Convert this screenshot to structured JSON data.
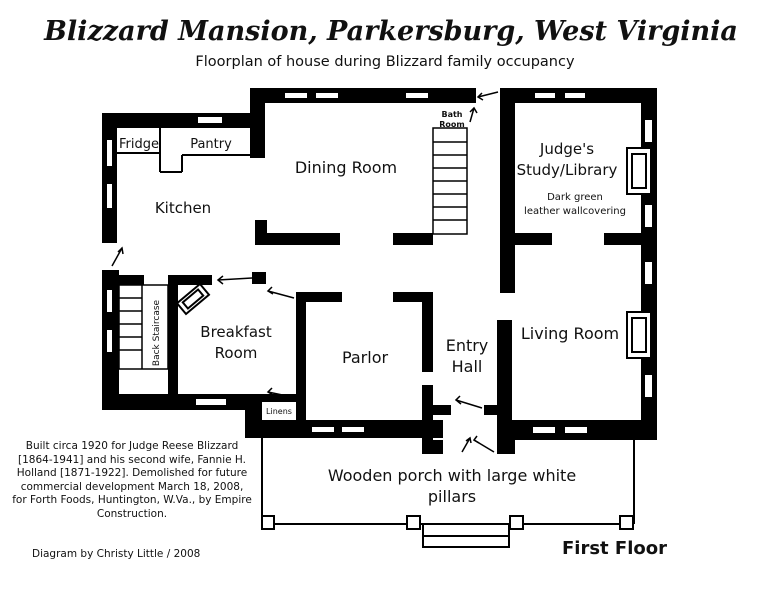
{
  "header": {
    "title": "Blizzard Mansion, Parkersburg, West Virginia",
    "subtitle": "Floorplan of house during Blizzard family occupancy"
  },
  "rooms": {
    "fridge": "Fridge",
    "pantry": "Pantry",
    "dining_room": "Dining Room",
    "bath_room_line1": "Bath",
    "bath_room_line2": "Room",
    "study_line1": "Judge's",
    "study_line2": "Study/Library",
    "study_note_line1": "Dark green",
    "study_note_line2": "leather wallcovering",
    "kitchen": "Kitchen",
    "back_staircase": "Back Staircase",
    "breakfast_line1": "Breakfast",
    "breakfast_line2": "Room",
    "parlor": "Parlor",
    "entry_line1": "Entry",
    "entry_line2": "Hall",
    "living_room": "Living Room",
    "linens": "Linens",
    "porch_line1": "Wooden porch with large white",
    "porch_line2": "pillars"
  },
  "footer": {
    "history_note": "Built circa 1920 for Judge Reese Blizzard [1864-1941] and his second wife, Fannie H. Holland [1871-1922]. Demolished for future commercial development March 18, 2008, for Forth Foods, Huntington, W.Va., by Empire Construction.",
    "credit": "Diagram by Christy Little / 2008",
    "floor_label": "First Floor"
  },
  "colors": {
    "wall": "#000000",
    "background": "#ffffff"
  }
}
